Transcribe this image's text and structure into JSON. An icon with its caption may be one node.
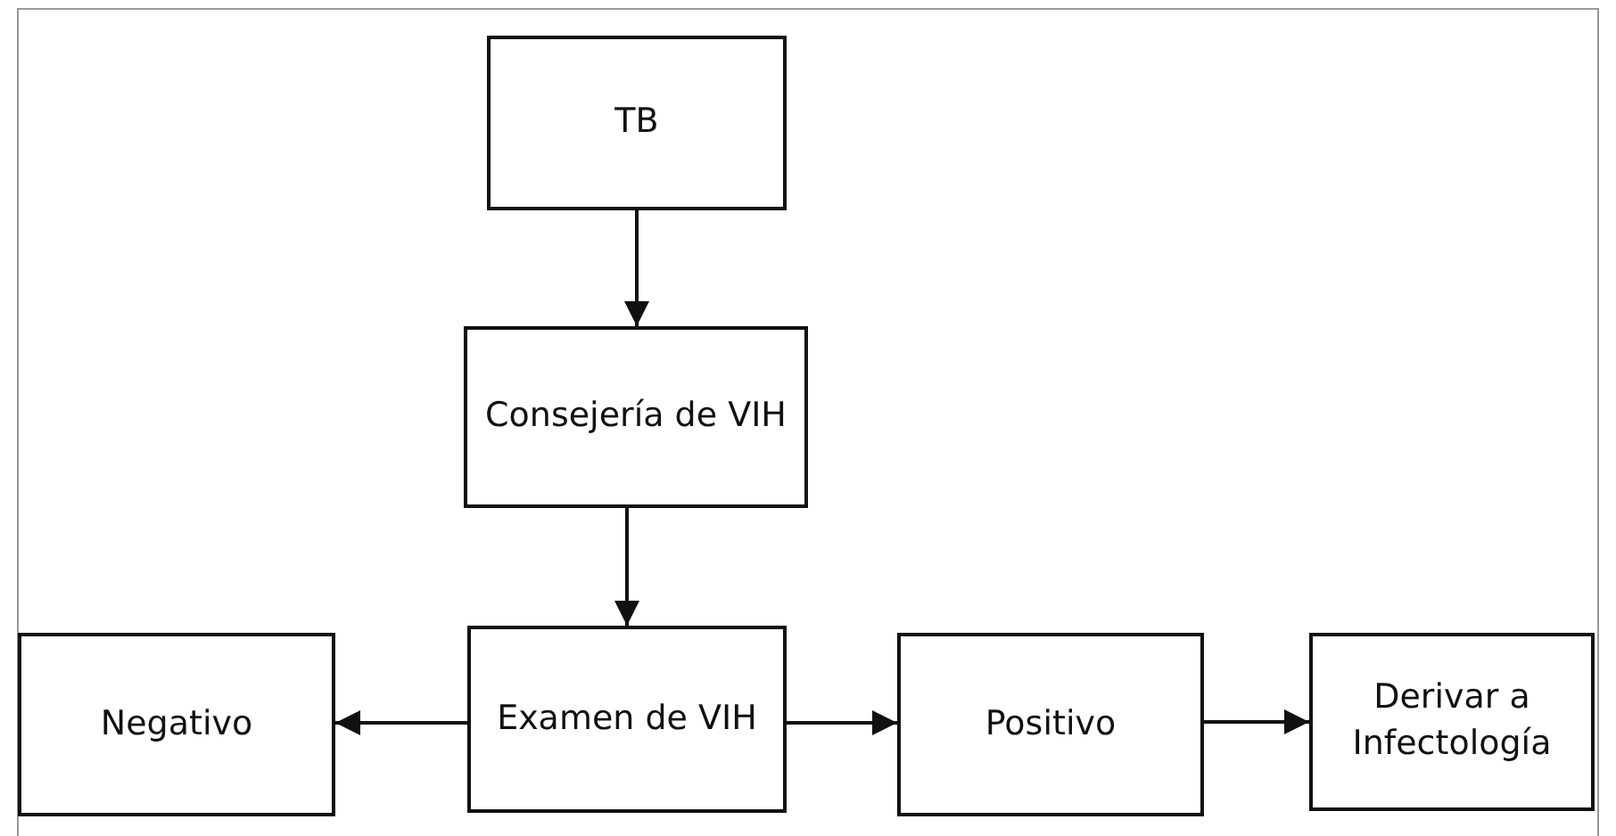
{
  "diagram": {
    "nodes": [
      {
        "text": [
          "TB"
        ]
      },
      {
        "text": [
          "Consejería de VIH"
        ]
      },
      {
        "text": [
          "Negativo"
        ]
      },
      {
        "text": [
          "Examen de VIH"
        ]
      },
      {
        "text": [
          "Positivo"
        ]
      },
      {
        "text": [
          "Derivar a Infectología"
        ]
      }
    ],
    "edges": [
      {
        "from": 0,
        "to": 1,
        "arrow": "to"
      },
      {
        "from": 1,
        "to": 3,
        "arrow": "to"
      },
      {
        "from": 3,
        "to": 2,
        "arrow": "to"
      },
      {
        "from": 3,
        "to": 4,
        "arrow": "to"
      },
      {
        "from": 4,
        "to": 5,
        "arrow": "to"
      }
    ]
  }
}
